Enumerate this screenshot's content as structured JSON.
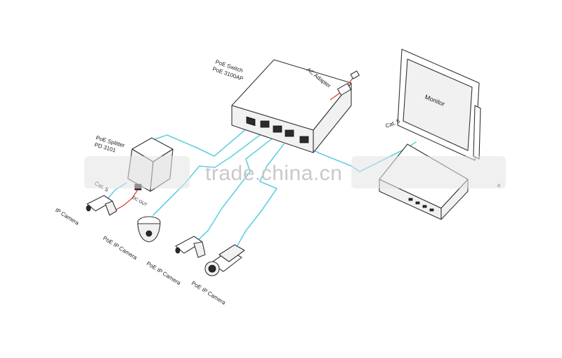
{
  "labels": {
    "poe_switch_line1": "PoE Switch",
    "poe_switch_line2": "PoE 3100AP",
    "ac_adapter": "AC Adapter",
    "monitor": "Monitor",
    "cat5_right": "Cat. 5",
    "cat5_left": "Cat. 5",
    "poe_splitter_line1": "PoE Splitter",
    "poe_splitter_line2": "PD 3101",
    "dc_out": "DC OUT",
    "ip_camera": "IP Camera",
    "poe_ip_camera_1": "PoE IP Camera",
    "poe_ip_camera_2": "PoE IP Camera",
    "poe_ip_camera_3": "PoE IP Camera",
    "partial_right": "e"
  },
  "watermark": "trade.china.cn",
  "colors": {
    "cable": "#63cfe0",
    "power_cable": "#d93a2b",
    "outline": "#333333"
  }
}
